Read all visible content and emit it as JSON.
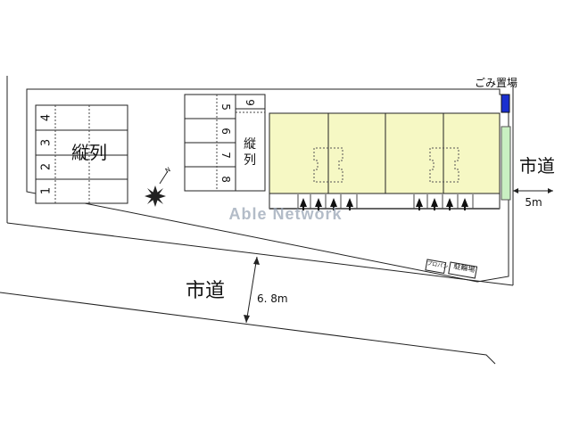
{
  "diagram": {
    "parking_left": {
      "slots": [
        "1",
        "2",
        "3",
        "4"
      ],
      "label": "縦列"
    },
    "parking_mid": {
      "slots": [
        "9",
        "5",
        "6",
        "7",
        "8"
      ],
      "label_top": "縦",
      "label_bottom": "列"
    },
    "road_bottom": {
      "label": "市道",
      "width": "6. 8m"
    },
    "road_right": {
      "label": "市道",
      "width": "5m"
    },
    "garbage": "ごみ置場",
    "propane": "プロパン",
    "bicycle": "駐輪場",
    "watermark": "Able Network",
    "colors": {
      "building": "#f6f8c4",
      "garbage": "#1a2fd0",
      "greenbelt": "#c9f0c2",
      "line": "#222222"
    },
    "icons": [
      "compass-icon"
    ]
  }
}
